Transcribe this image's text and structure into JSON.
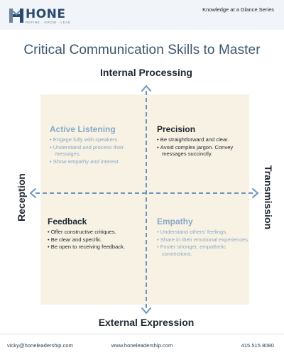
{
  "header": {
    "logo_text": "HONE",
    "logo_tagline": "REFINE · GROW · LEAD",
    "series": "Knowledge at a Glance Series"
  },
  "title": "Critical Communication Skills to Master",
  "axes": {
    "top": "Internal Processing",
    "bottom": "External Expression",
    "left": "Reception",
    "right": "Transmission"
  },
  "quadrants": {
    "top_left": {
      "title": "Active Listening",
      "items": [
        "Engage fully with speakers.",
        "Understand and process their messages.",
        "Show empathy and interest"
      ]
    },
    "top_right": {
      "title": "Precision",
      "items": [
        "Be straightforward and clear.",
        "Avoid complex jargon. Convey messages succinctly."
      ]
    },
    "bottom_left": {
      "title": "Feedback",
      "items": [
        "Offer constructive critiques.",
        "Be clear and specific.",
        "Be open to receiving feedback."
      ]
    },
    "bottom_right": {
      "title": "Empathy",
      "items": [
        "Understand others' feelings.",
        "Share in their emotional experiences.",
        "Foster stronger, empathetic connections."
      ]
    }
  },
  "footer": {
    "email": "vicky@honeleadership.com",
    "website": "www.honeleadership.com",
    "phone": "415.515.8080"
  },
  "colors": {
    "accent": "#6d94bd",
    "muted_text": "#8aa8c8",
    "quadrant_bg": "#f7f2e4"
  }
}
